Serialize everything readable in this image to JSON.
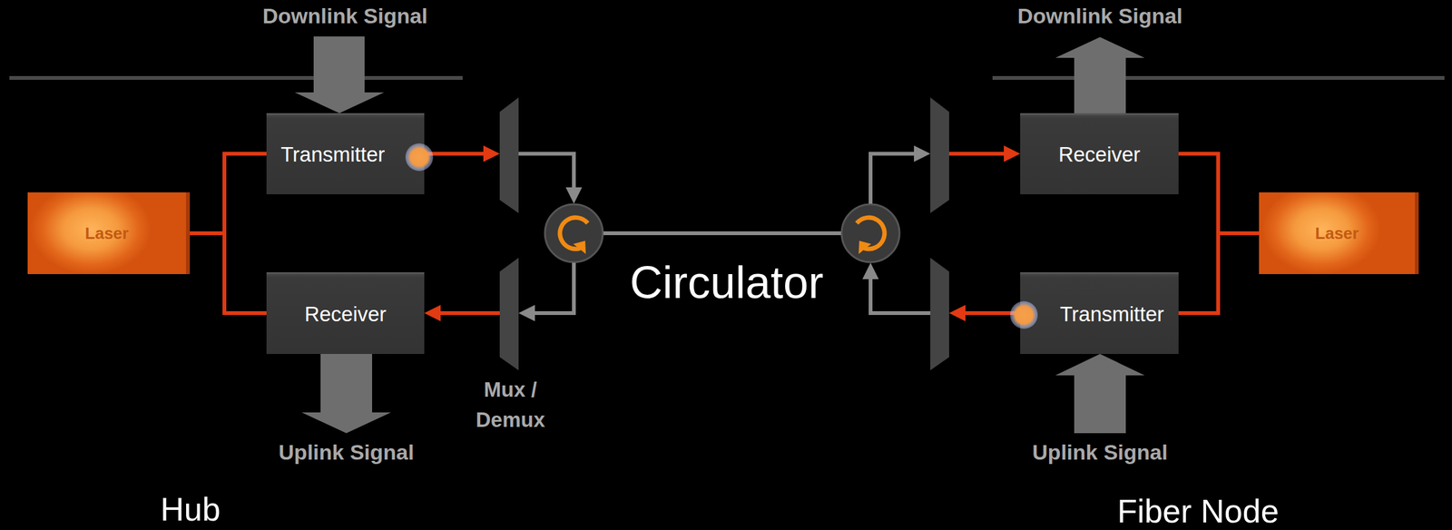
{
  "diagram": {
    "nodes": [
      {
        "text": [
          "Laser"
        ]
      },
      {
        "text": [
          "Transmitter"
        ]
      },
      {
        "text": [
          "Receiver"
        ]
      },
      {
        "text": [
          "Receiver"
        ]
      },
      {
        "text": [
          "Laser"
        ]
      },
      {
        "text": [
          "Transmitter"
        ]
      }
    ],
    "edges": [
      {
        "from": 0,
        "to": 1,
        "arrow": "none"
      },
      {
        "from": 0,
        "to": 2,
        "arrow": "none"
      },
      {
        "from": 1,
        "to": 3,
        "arrow": "to"
      },
      {
        "from": 5,
        "to": 2,
        "arrow": "to"
      },
      {
        "from": 4,
        "to": 3,
        "arrow": "none"
      },
      {
        "from": 4,
        "to": 5,
        "arrow": "none"
      }
    ],
    "labels": [
      "Downlink Signal",
      "Uplink Signal",
      "Mux / Demux",
      "Circulator",
      "Downlink Signal",
      "Uplink Signal",
      "Hub",
      "Fiber Node"
    ]
  }
}
